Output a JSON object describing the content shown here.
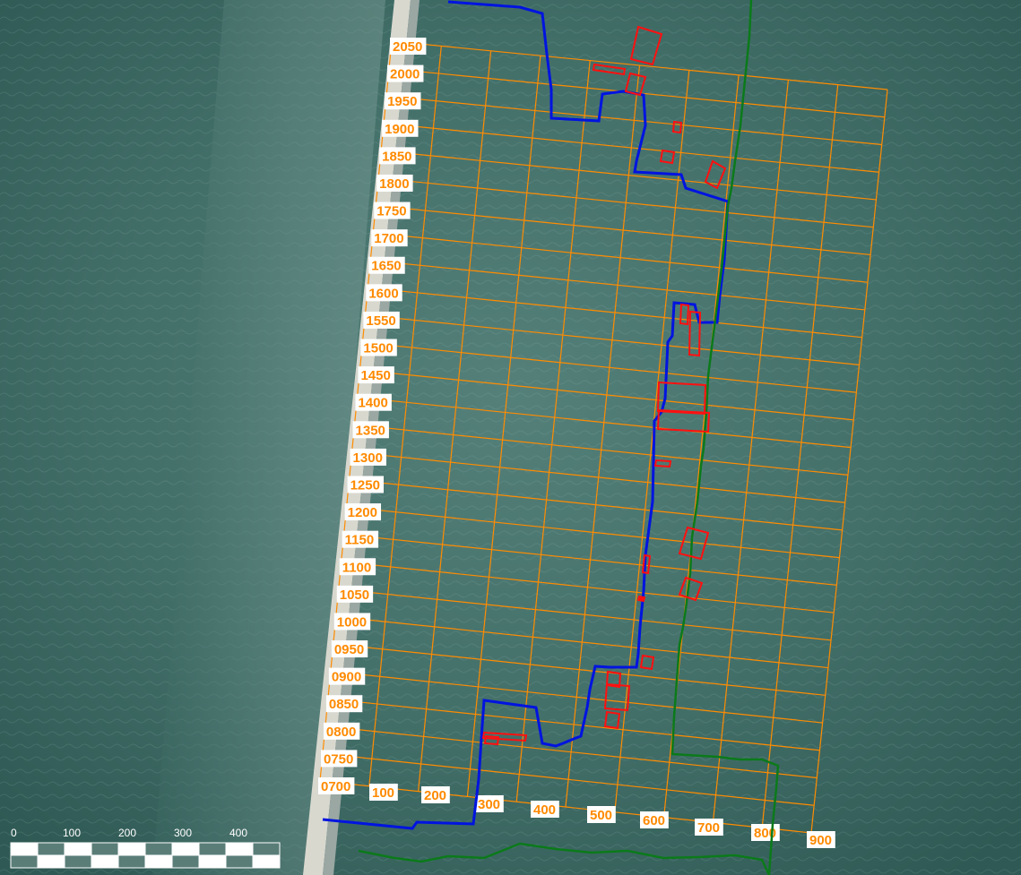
{
  "map": {
    "grid": {
      "y_labels": [
        "2050",
        "2000",
        "1950",
        "1900",
        "1850",
        "1800",
        "1750",
        "1700",
        "1650",
        "1600",
        "1550",
        "1500",
        "1450",
        "1400",
        "1350",
        "1300",
        "1250",
        "1200",
        "1150",
        "1100",
        "1050",
        "1000",
        "0950",
        "0900",
        "0850",
        "0800",
        "0750",
        "0700"
      ],
      "x_labels": [
        "100",
        "200",
        "300",
        "400",
        "500",
        "600",
        "700",
        "800",
        "900"
      ]
    },
    "scale_bar": {
      "labels": [
        "0",
        "100",
        "200",
        "300",
        "400"
      ]
    },
    "colors": {
      "water": "#3d6a64",
      "grid": "#ff8c00",
      "boundary_blue": "#0014e0",
      "boundary_green": "#0b7a1a",
      "features_red": "#ff1010",
      "label_bg": "#ffffff"
    }
  }
}
